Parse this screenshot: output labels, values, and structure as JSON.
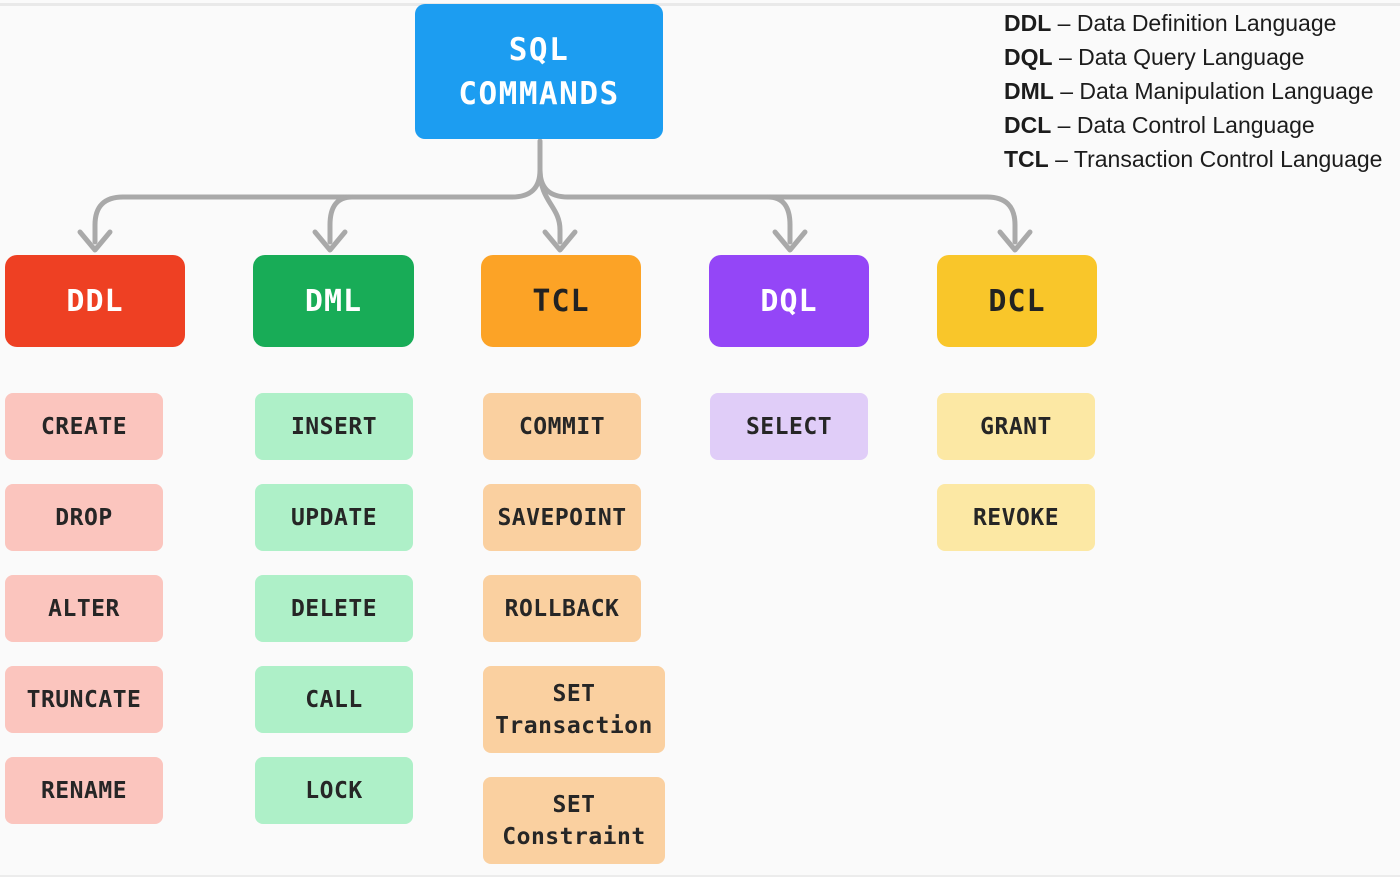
{
  "root": {
    "line1": "SQL",
    "line2": "COMMANDS"
  },
  "legend": {
    "separator": "–",
    "items": [
      {
        "abbr": "DDL",
        "desc": "Data Definition Language"
      },
      {
        "abbr": "DQL",
        "desc": "Data Query Language"
      },
      {
        "abbr": "DML",
        "desc": "Data Manipulation Language"
      },
      {
        "abbr": "DCL",
        "desc": "Data Control Language"
      },
      {
        "abbr": "TCL",
        "desc": "Transaction Control Language"
      }
    ]
  },
  "categories": [
    {
      "id": "ddl",
      "label": "DDL",
      "color": "#EE4023",
      "text_color": "#FFFFFF",
      "child_color": "#FBC5BE",
      "children": [
        "CREATE",
        "DROP",
        "ALTER",
        "TRUNCATE",
        "RENAME"
      ]
    },
    {
      "id": "dml",
      "label": "DML",
      "color": "#18AC57",
      "text_color": "#FFFFFF",
      "child_color": "#AEF0C8",
      "children": [
        "INSERT",
        "UPDATE",
        "DELETE",
        "CALL",
        "LOCK"
      ]
    },
    {
      "id": "tcl",
      "label": "TCL",
      "color": "#FCA326",
      "text_color": "#222222",
      "child_color": "#FAD0A0",
      "children": [
        "COMMIT",
        "SAVEPOINT",
        "ROLLBACK",
        "SET\nTransaction",
        "SET\nConstraint"
      ]
    },
    {
      "id": "dql",
      "label": "DQL",
      "color": "#9446F7",
      "text_color": "#FFFFFF",
      "child_color": "#E0CDF8",
      "children": [
        "SELECT"
      ]
    },
    {
      "id": "dcl",
      "label": "DCL",
      "color": "#F9C62A",
      "text_color": "#222222",
      "child_color": "#FCE8A4",
      "children": [
        "GRANT",
        "REVOKE"
      ]
    }
  ],
  "colors": {
    "background": "#FAFAFA",
    "root_blue": "#1C9DF1",
    "root_text": "#FFFFFF",
    "arrow": "#A9A9A9",
    "divider": "#E9E9E9",
    "child_text": "#262626",
    "legend_text": "#1C1C1C"
  }
}
